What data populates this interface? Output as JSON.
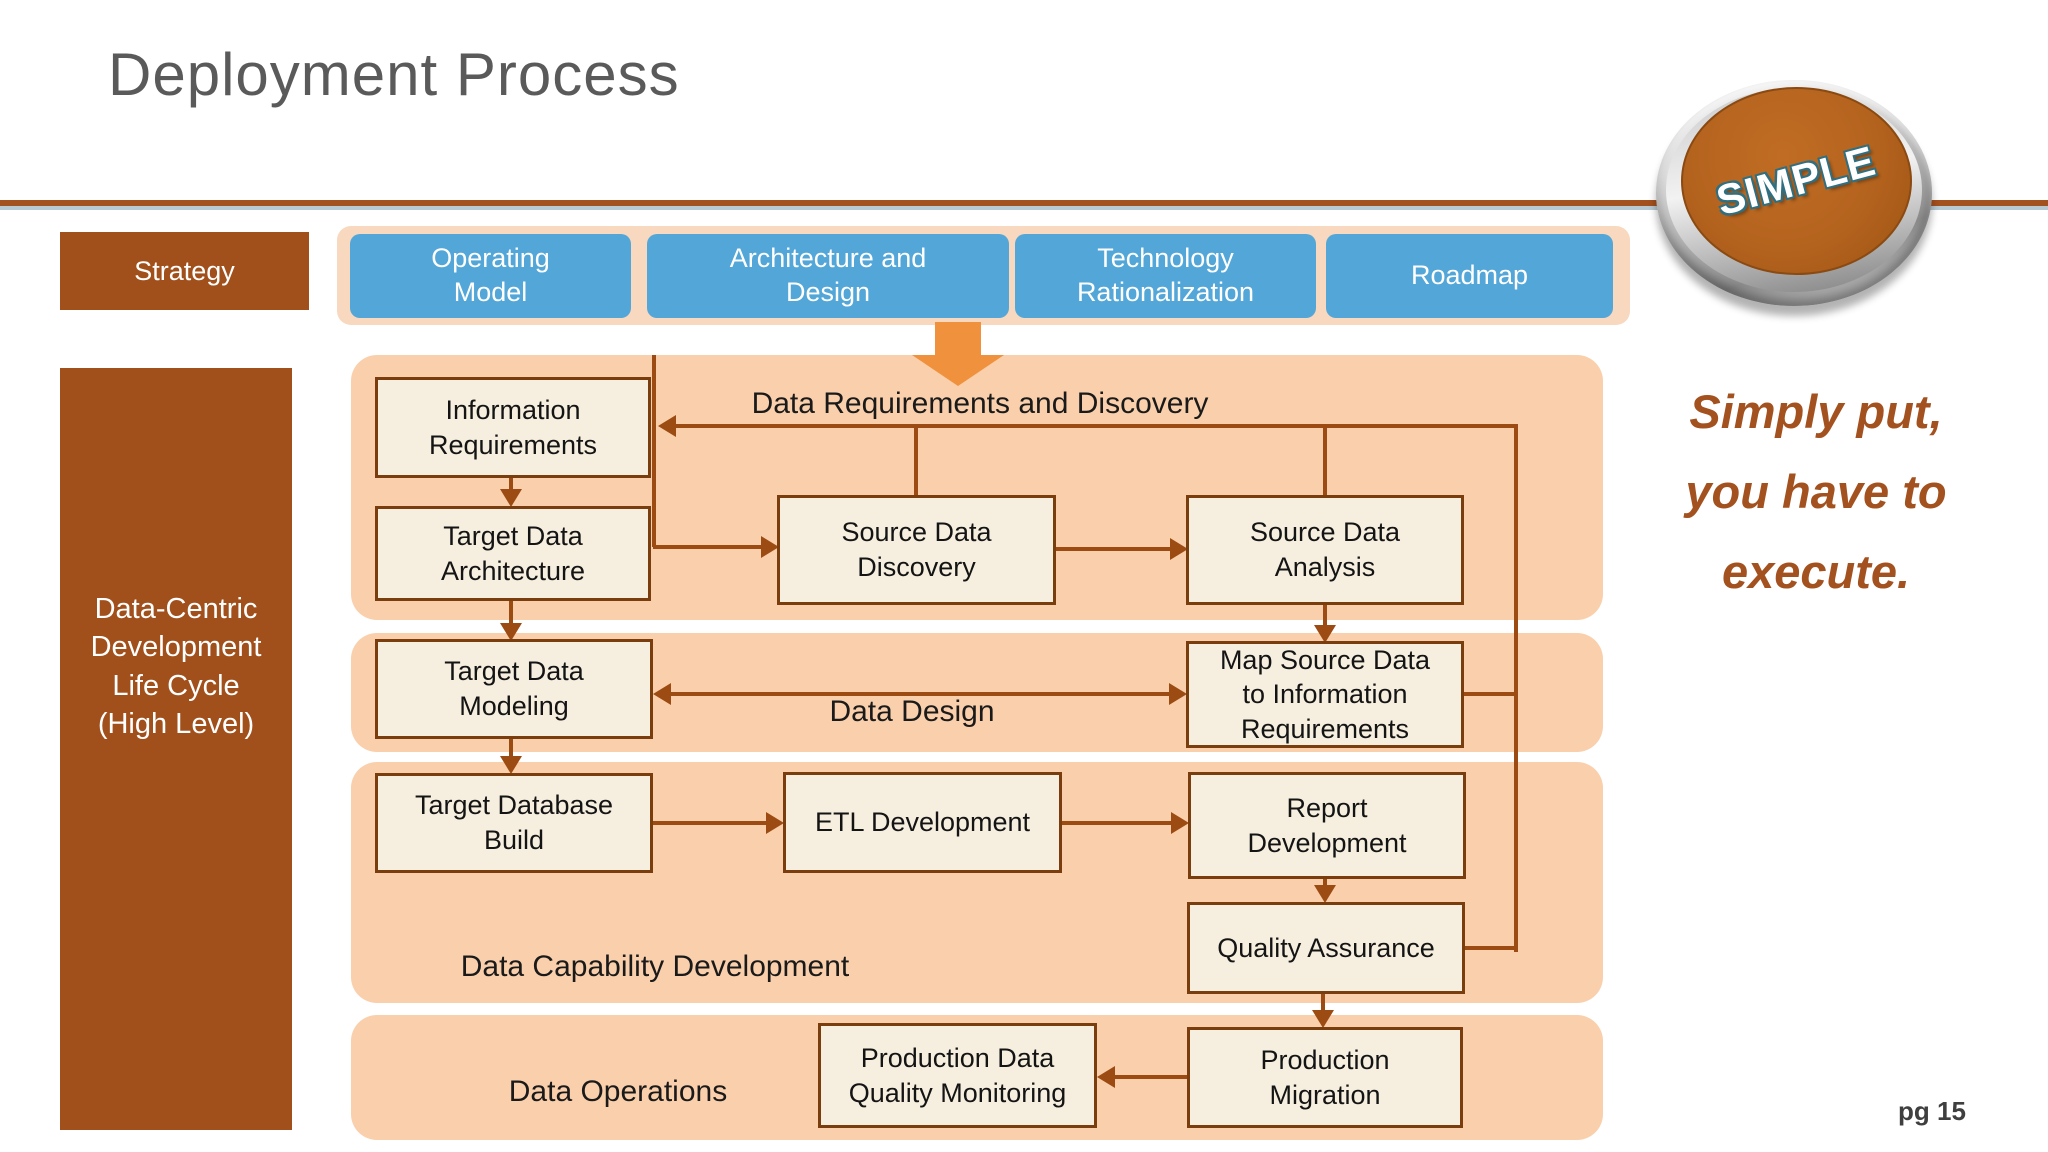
{
  "slide": {
    "title": "Deployment Process",
    "page_label": "pg 15"
  },
  "badge": {
    "label": "SIMPLE"
  },
  "quote": {
    "lines": [
      "Simply put,",
      "you have to",
      "execute."
    ]
  },
  "strategy": {
    "label": "Strategy"
  },
  "sidebar": {
    "label": "Data-Centric Development Life Cycle (High Level)"
  },
  "phases": {
    "operating_model": "Operating Model",
    "architecture_design": "Architecture and Design",
    "technology_rationalization": "Technology Rationalization",
    "roadmap": "Roadmap"
  },
  "panels": {
    "requirements": {
      "title": "Data Requirements and Discovery"
    },
    "design": {
      "title": "Data Design"
    },
    "capability": {
      "title": "Data Capability Development"
    },
    "operations": {
      "title": "Data Operations"
    }
  },
  "nodes": {
    "information_requirements": "Information Requirements",
    "target_data_architecture": "Target Data Architecture",
    "source_data_discovery": "Source Data Discovery",
    "source_data_analysis": "Source Data Analysis",
    "target_data_modeling": "Target Data Modeling",
    "map_source_data": "Map Source Data to Information Requirements",
    "target_database_build": "Target Database Build",
    "etl_development": "ETL Development",
    "report_development": "Report Development",
    "quality_assurance": "Quality Assurance",
    "production_data_quality_monitoring": "Production Data Quality Monitoring",
    "production_migration": "Production Migration"
  },
  "colors": {
    "accent_brown": "#A1501C",
    "connector_brown": "#9C4C12",
    "node_border": "#7A3D0E",
    "node_fill": "#F6EFDF",
    "panel_peach": "#FACFAB",
    "row_peach": "#F8D8BE",
    "phase_blue": "#53A6D8",
    "arrow_orange": "#F0923D",
    "title_gray": "#5a5a5a",
    "quote_brown": "#A3511E"
  }
}
